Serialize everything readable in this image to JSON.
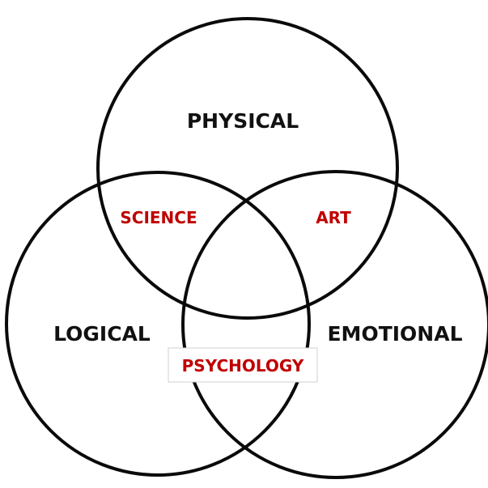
{
  "sets": {
    "physical": "PHYSICAL",
    "logical": "LOGICAL",
    "emotional": "EMOTIONAL"
  },
  "overlaps": {
    "physical_logical": "SCIENCE",
    "physical_emotional": "ART",
    "all_three": "PSYCHOLOGY"
  },
  "colors": {
    "outline": "#0a0a0a",
    "set_text": "#111111",
    "overlap_text": "#c00000",
    "background": "#ffffff"
  }
}
